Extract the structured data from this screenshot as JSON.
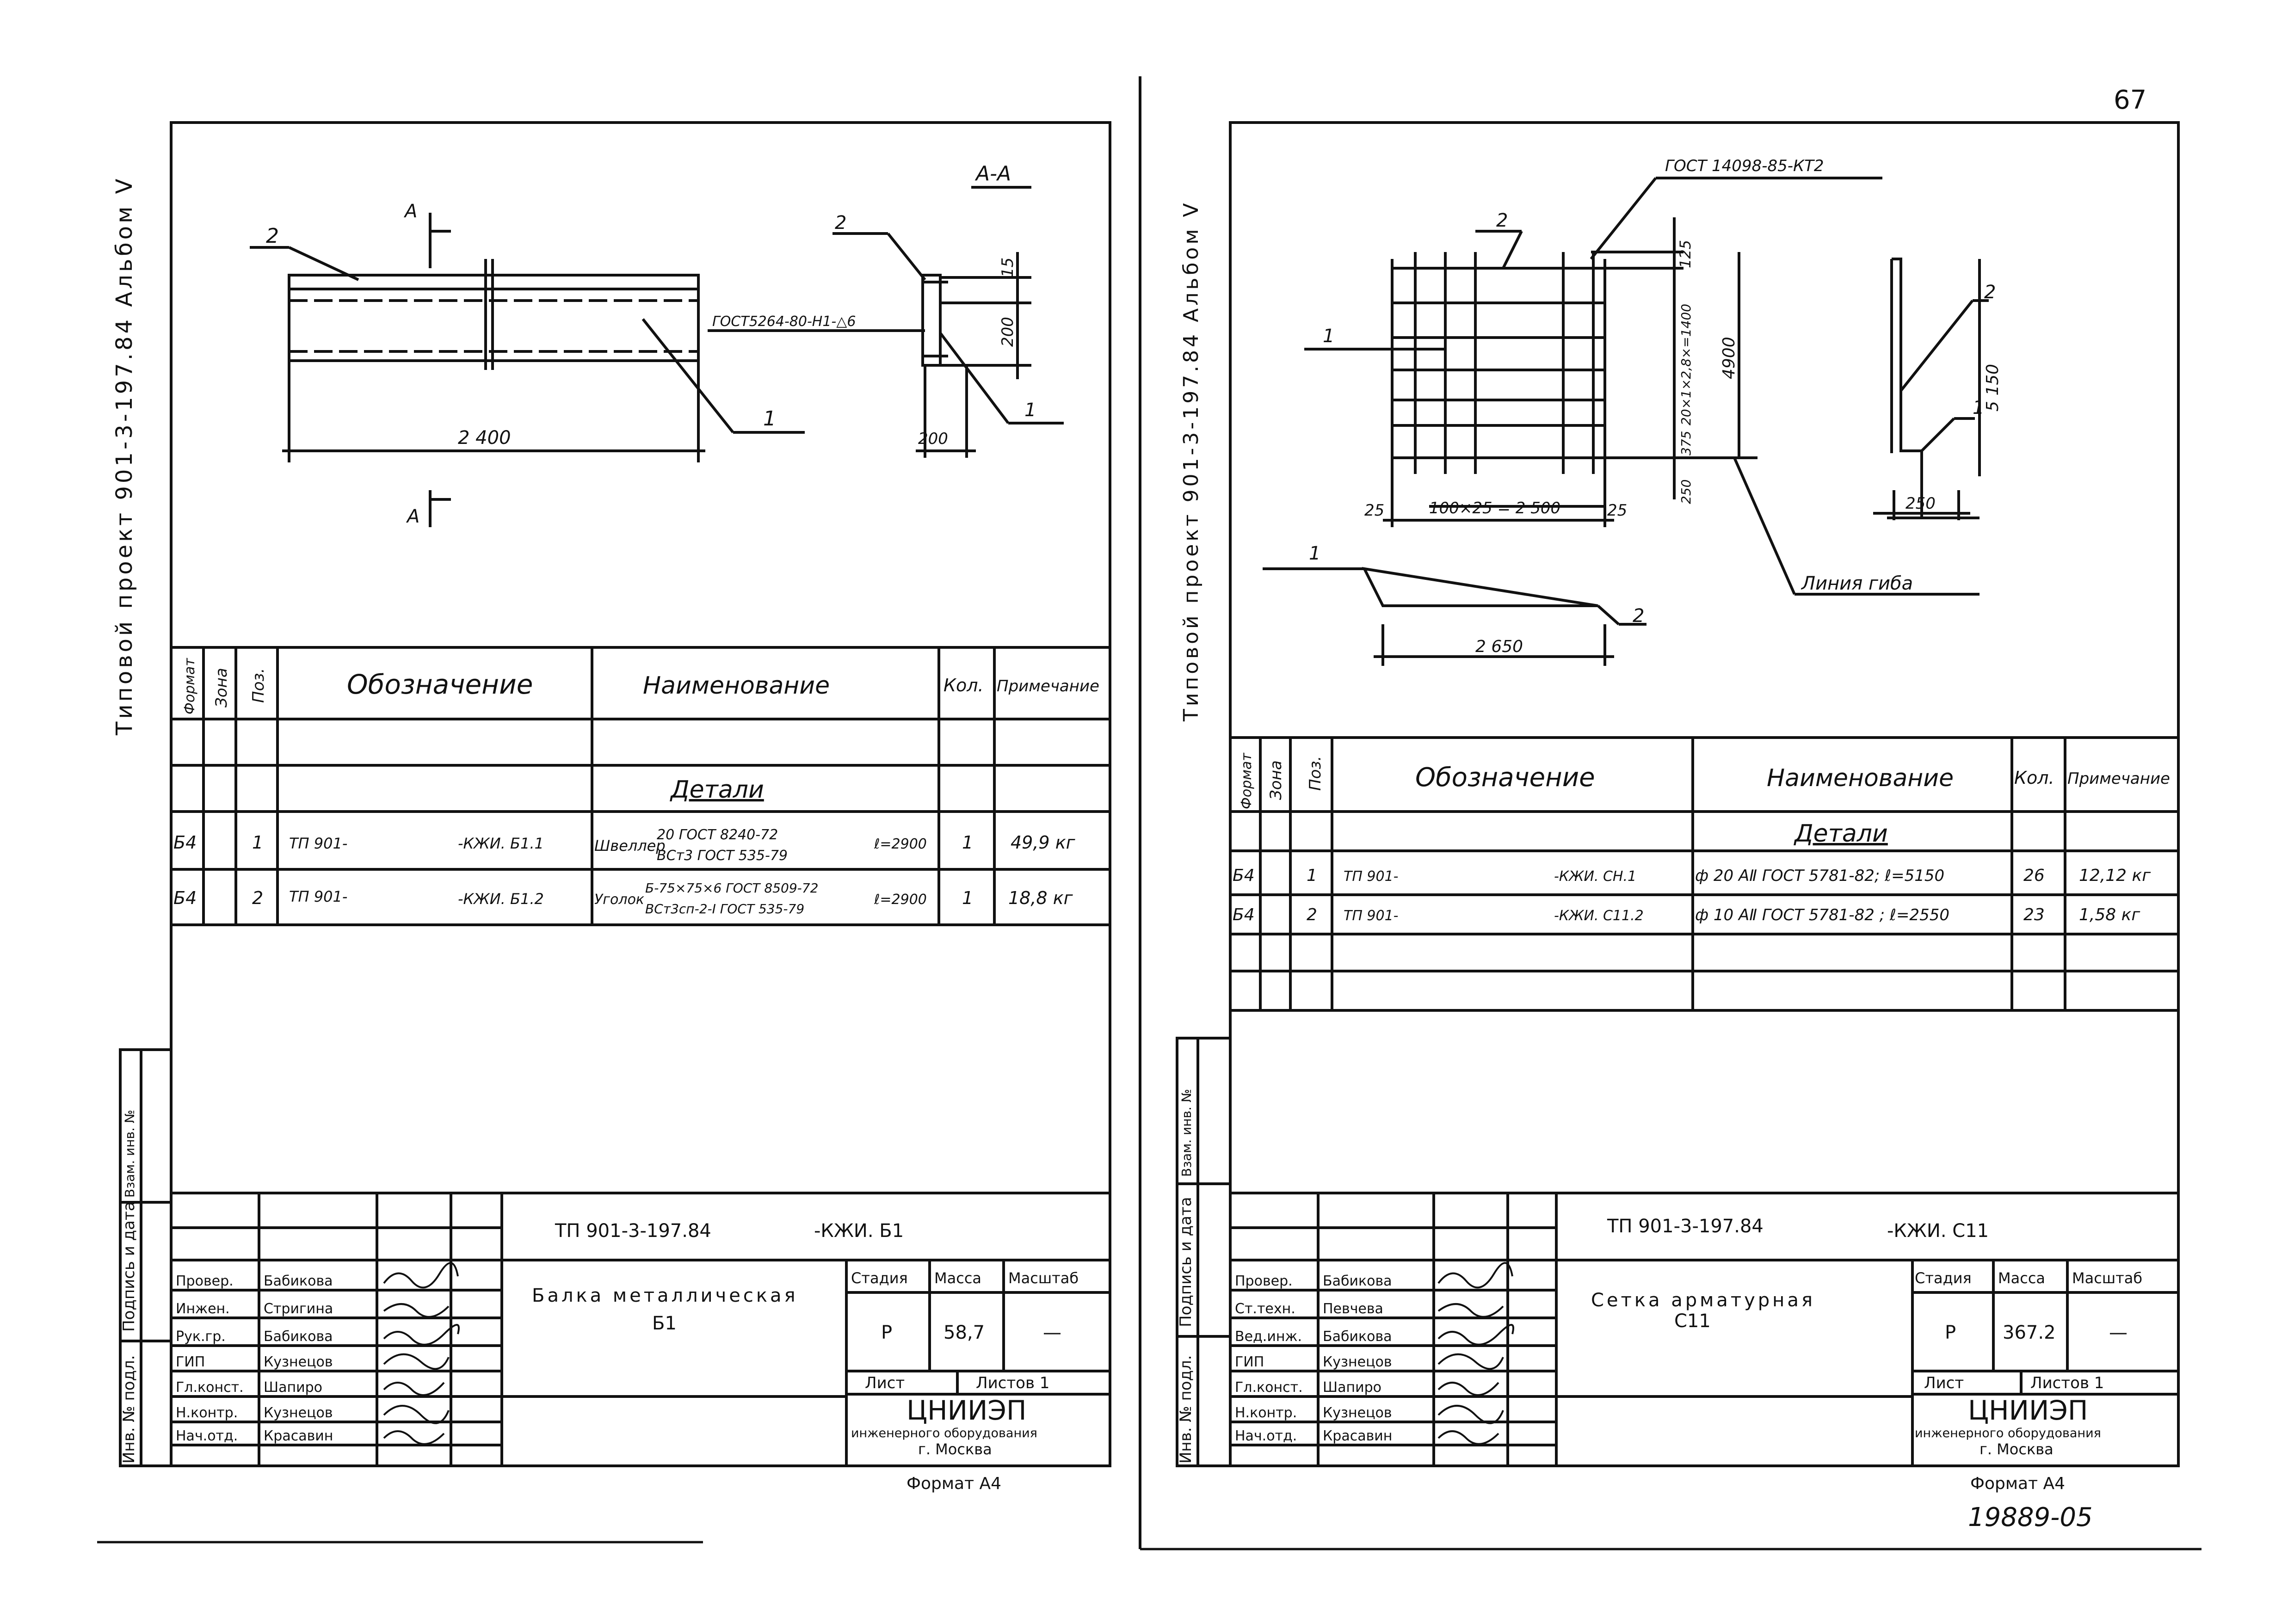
{
  "page_number": "67",
  "archive_number": "19889-05",
  "left": {
    "vertical_label": "Типовой проект 901-3-197.84 Альбом Ⅴ",
    "binding_labels": [
      "Инв. № подл.",
      "Подпись и дата",
      "Взам. инв. №"
    ],
    "section_label": "А-А",
    "cut_mark": "А",
    "pos_1": "1",
    "pos_2": "2",
    "dim_length": "2 400",
    "dim_15": "15",
    "dim_200": "200",
    "dim_200_bottom": "200",
    "weld_note": "ГОСТ5264-80-Н1-△6",
    "spec": {
      "headers": {
        "format": "Формат",
        "zone": "Зона",
        "pos": "Поз.",
        "designation": "Обозначение",
        "name": "Наименование",
        "qty": "Кол.",
        "note": "Примечание"
      },
      "section": "Детали",
      "rows": [
        {
          "format": "Б4",
          "pos": "1",
          "designation_a": "ТП 901-",
          "designation_b": "-КЖИ. Б1.1",
          "name_prefix": "Швеллер",
          "name_top": "20 ГОСТ 8240-72",
          "name_bottom": "ВСт3 ГОСТ 535-79",
          "length": "ℓ=2900",
          "qty": "1",
          "note": "49,9 кг"
        },
        {
          "format": "Б4",
          "pos": "2",
          "designation_a": "ТП 901-",
          "designation_b": "-КЖИ. Б1.2",
          "name_prefix": "Уголок",
          "name_top": "Б-75×75×6 ГОСТ 8509-72",
          "name_bottom": "ВСт3сп-2-Ⅰ ГОСТ 535-79",
          "length": "ℓ=2900",
          "qty": "1",
          "note": "18,8 кг"
        }
      ]
    },
    "title_block": {
      "code": "ТП 901-3-197.84",
      "code_suffix": "-КЖИ. Б1",
      "title_line1": "Балка металлическая",
      "title_line2": "Б1",
      "stage_label": "Стадия",
      "mass_label": "Масса",
      "scale_label": "Масштаб",
      "stage": "Р",
      "mass": "58,7",
      "scale": "—",
      "sheet_label": "Лист",
      "sheets_label": "Листов 1",
      "org": "ЦНИИЭП",
      "org_line2": "инженерного оборудования",
      "org_line3": "г. Москва",
      "roles": [
        {
          "role": "Провер.",
          "name": "Бабикова"
        },
        {
          "role": "Инжен.",
          "name": "Стригина"
        },
        {
          "role": "Рук.гр.",
          "name": "Бабикова"
        },
        {
          "role": "ГИП",
          "name": "Кузнецов"
        },
        {
          "role": "Гл.конст.",
          "name": "Шапиро"
        },
        {
          "role": "Н.контр.",
          "name": "Кузнецов"
        },
        {
          "role": "Нач.отд.",
          "name": "Красавин"
        }
      ]
    },
    "format": "Формат А4"
  },
  "right": {
    "vertical_label": "Типовой проект 901-3-197.84 Альбом Ⅴ",
    "binding_labels": [
      "Инв. № подл.",
      "Подпись и дата",
      "Взам. инв. №"
    ],
    "weld_note": "ГОСТ 14098-85-КТ2",
    "pos_1": "1",
    "pos_2": "2",
    "dim_125": "125",
    "dim_inner": "20×1×2,8×=1400",
    "dim_4900": "4900",
    "dim_375": "375",
    "dim_250": "250",
    "dim_5150": "5 150",
    "dim_250_side": "250",
    "dim_25_left": "25",
    "dim_25_right": "25",
    "dim_pitch": "100×25 = 2 500",
    "dim_2650": "2 650",
    "bend_line": "Линия гиба",
    "spec": {
      "headers": {
        "format": "Формат",
        "zone": "Зона",
        "pos": "Поз.",
        "designation": "Обозначение",
        "name": "Наименование",
        "qty": "Кол.",
        "note": "Примечание"
      },
      "section": "Детали",
      "rows": [
        {
          "format": "Б4",
          "pos": "1",
          "designation_a": "ТП 901-",
          "designation_b": "-КЖИ. СН.1",
          "name": "ф 20 АⅡ ГОСТ 5781-82; ℓ=5150",
          "qty": "26",
          "note": "12,12 кг"
        },
        {
          "format": "Б4",
          "pos": "2",
          "designation_a": "ТП 901-",
          "designation_b": "-КЖИ. С11.2",
          "name": "ф 10 АⅡ ГОСТ 5781-82 ; ℓ=2550",
          "qty": "23",
          "note": "1,58 кг"
        }
      ]
    },
    "title_block": {
      "code": "ТП 901-3-197.84",
      "code_suffix": "-КЖИ. С11",
      "title_line1": "Сетка арматурная",
      "title_line2": "С11",
      "stage_label": "Стадия",
      "mass_label": "Масса",
      "scale_label": "Масштаб",
      "stage": "Р",
      "mass": "367.2",
      "scale": "—",
      "sheet_label": "Лист",
      "sheets_label": "Листов 1",
      "org": "ЦНИИЭП",
      "org_line2": "инженерного оборудования",
      "org_line3": "г. Москва",
      "roles": [
        {
          "role": "Провер.",
          "name": "Бабикова"
        },
        {
          "role": "Ст.техн.",
          "name": "Певчева"
        },
        {
          "role": "Вед.инж.",
          "name": "Бабикова"
        },
        {
          "role": "ГИП",
          "name": "Кузнецов"
        },
        {
          "role": "Гл.конст.",
          "name": "Шапиро"
        },
        {
          "role": "Н.контр.",
          "name": "Кузнецов"
        },
        {
          "role": "Нач.отд.",
          "name": "Красавин"
        }
      ]
    },
    "format": "Формат А4"
  }
}
